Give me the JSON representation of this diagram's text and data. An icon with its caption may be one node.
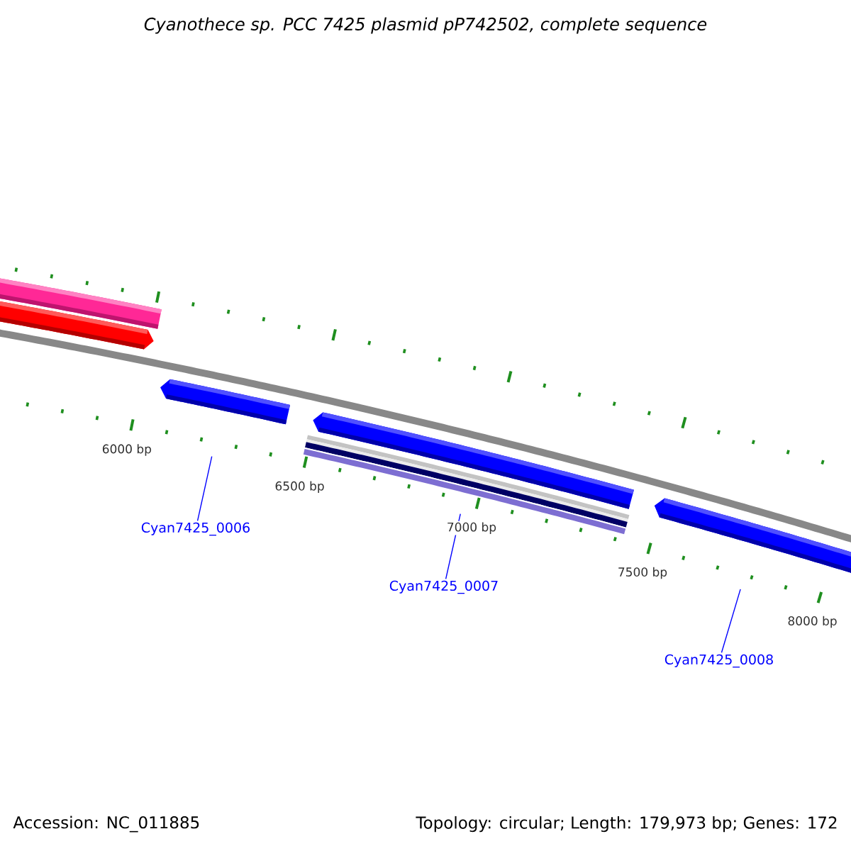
{
  "diagram": {
    "title": "Cyanothece sp. PCC 7425 plasmid pP742502, complete sequence",
    "nodes": [
      {
        "text": [],
        "shape": "bar"
      },
      {
        "text": [],
        "shape": "bar"
      },
      {
        "text": [],
        "shape": "bar"
      },
      {
        "text": [
          "Cyan7425_0006"
        ]
      },
      {
        "text": [
          "Cyan7425_0007"
        ]
      },
      {
        "text": [
          "Cyan7425_0008"
        ]
      }
    ],
    "edges": [
      {
        "from": 3,
        "to": 0,
        "arrow": "none"
      },
      {
        "from": 4,
        "to": 1,
        "arrow": "none"
      },
      {
        "from": 5,
        "to": 2,
        "arrow": "none"
      }
    ],
    "labels": [
      "6000 bp",
      "6500 bp",
      "7000 bp",
      "7500 bp",
      "8000 bp",
      "Accession: NC_011885",
      "Topology: circular; Length: 179,973 bp; Genes: 172"
    ]
  }
}
